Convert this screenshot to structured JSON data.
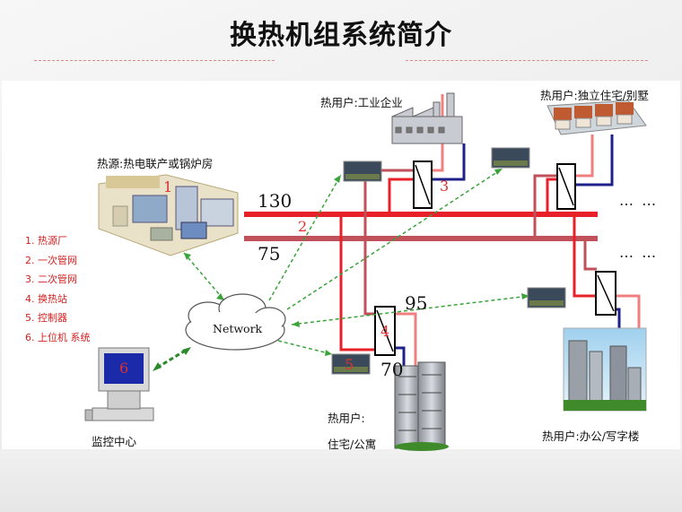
{
  "title": "换热机组系统简介",
  "labels": {
    "heat_source": "热源:热电联产或锅炉房",
    "industrial": "热用户:工业企业",
    "villa": "热用户:独立住宅/别墅",
    "residential_1": "热用户:",
    "residential_2": "住宅/公寓",
    "office": "热用户:办公/写字楼",
    "monitor": "监控中心",
    "network": "Network"
  },
  "numbers": {
    "supply_temp": "130",
    "return_temp": "75",
    "secondary_supply": "95",
    "secondary_return": "70"
  },
  "markers": {
    "m1": "1",
    "m2": "2",
    "m3": "3",
    "m4": "4",
    "m5": "5",
    "m6": "6"
  },
  "ellipsis": {
    "top": "… …",
    "bottom": "… …"
  },
  "legend": [
    "1. 热源厂",
    "2. 一次管网",
    "3. 二次管网",
    "4. 换热站",
    "5. 控制器",
    "6. 上位机  系统"
  ],
  "colors": {
    "supply_pipe": "#e8202a",
    "return_pipe": "#c0505a",
    "secondary_supply": "#f08080",
    "secondary_return": "#20208a",
    "comm_link": "#3aa33a",
    "legend_text": "#d42020"
  }
}
